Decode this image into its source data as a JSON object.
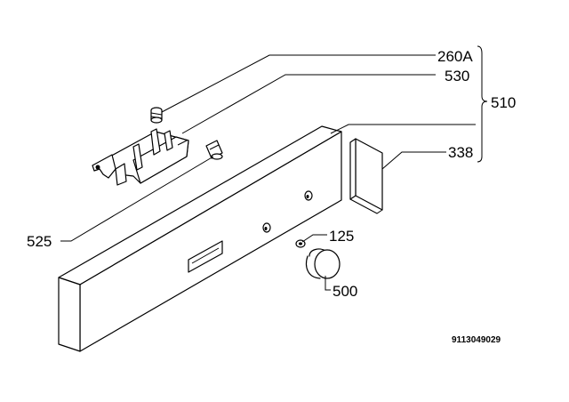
{
  "callouts": {
    "c260a": "260A",
    "c530": "530",
    "c510": "510",
    "c338": "338",
    "c525": "525",
    "c125": "125",
    "c500": "500"
  },
  "drawing_code": "9113049029",
  "colors": {
    "line": "#000000",
    "background": "#ffffff"
  }
}
